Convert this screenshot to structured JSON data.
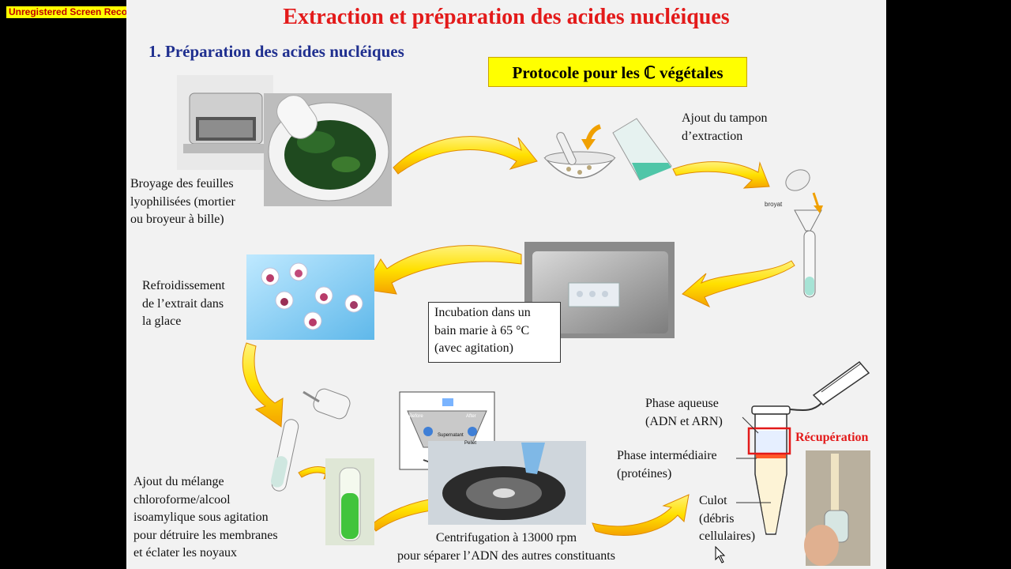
{
  "watermark": "Unregistered Screen Recorder Gold",
  "title": "Extraction et préparation des acides nucléiques",
  "section": "1. Préparation des acides nucléiques",
  "protocol": "Protocole pour les ℂ végétales",
  "steps": {
    "broyage": "Broyage des feuilles\nlyophilisées (mortier\nou broyeur à bille)",
    "tampon": "Ajout du tampon\nd’extraction",
    "broyat": "broyat",
    "incubation": "Incubation dans un\nbain marie à 65 °C\n(avec agitation)",
    "refroidissement": "Refroidissement\nde l’extrait dans\nla glace",
    "chloroforme": "Ajout du mélange\nchloroforme/alcool\nisoamylique sous agitation\npour détruire les membranes\net éclater les noyaux",
    "centrifugation": "Centrifugation à 13000 rpm\npour séparer l’ADN des autres constituants",
    "phase_aqueuse": "Phase aqueuse\n(ADN et ARN)",
    "phase_intermediaire": "Phase intermédiaire\n(protéines)",
    "culot": "Culot\n(débris\ncellulaires)",
    "recuperation": "Récupération"
  },
  "centrifuge_labels": {
    "before": "Before",
    "after": "After",
    "supernatant": "Supernatant",
    "pellet": "Pellet"
  },
  "colors": {
    "title": "#e31a1a",
    "section": "#1f2f8f",
    "highlight": "#ffff00",
    "arrow": "#ffe000",
    "arrow_edge": "#f08a00"
  }
}
